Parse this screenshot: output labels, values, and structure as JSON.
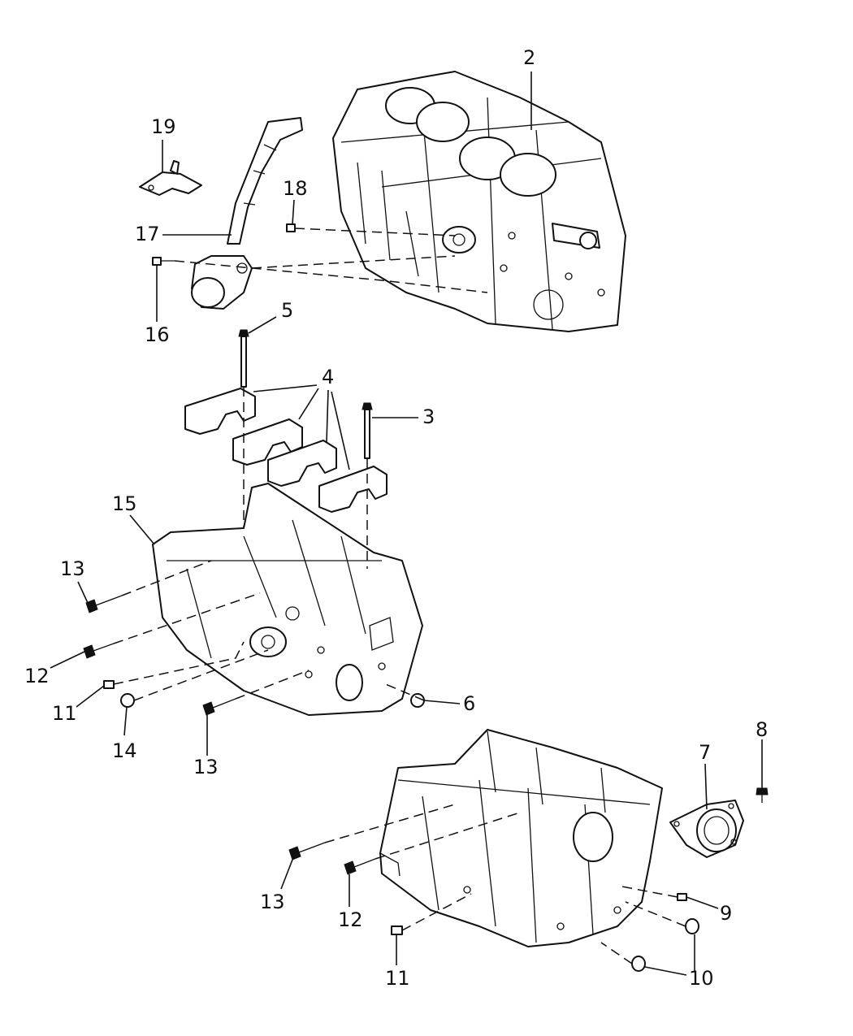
{
  "diagram": {
    "callouts": [
      {
        "id": "c2",
        "label": "2"
      },
      {
        "id": "c19",
        "label": "19"
      },
      {
        "id": "c18",
        "label": "18"
      },
      {
        "id": "c17",
        "label": "17"
      },
      {
        "id": "c16",
        "label": "16"
      },
      {
        "id": "c5",
        "label": "5"
      },
      {
        "id": "c4",
        "label": "4"
      },
      {
        "id": "c3",
        "label": "3"
      },
      {
        "id": "c15",
        "label": "15"
      },
      {
        "id": "c13a",
        "label": "13"
      },
      {
        "id": "c12a",
        "label": "12"
      },
      {
        "id": "c11a",
        "label": "11"
      },
      {
        "id": "c14",
        "label": "14"
      },
      {
        "id": "c13b",
        "label": "13"
      },
      {
        "id": "c6",
        "label": "6"
      },
      {
        "id": "c8",
        "label": "8"
      },
      {
        "id": "c7",
        "label": "7"
      },
      {
        "id": "c9",
        "label": "9"
      },
      {
        "id": "c13c",
        "label": "13"
      },
      {
        "id": "c12b",
        "label": "12"
      },
      {
        "id": "c11b",
        "label": "11"
      },
      {
        "id": "c10",
        "label": "10"
      }
    ]
  }
}
